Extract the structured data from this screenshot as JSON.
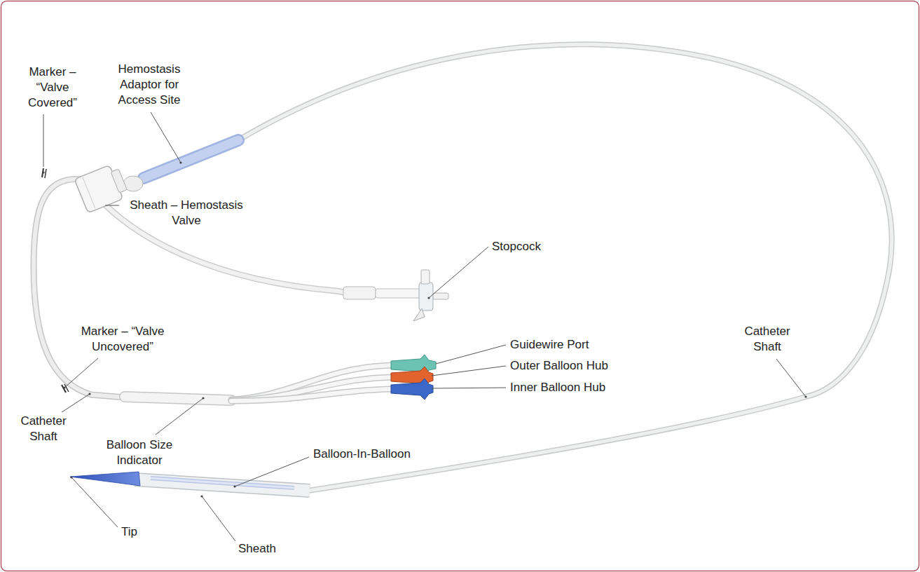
{
  "diagram": {
    "labels": [
      "Hemostasis Adaptor for Access Site",
      "Marker – “Valve Covered”",
      "Sheath – Hemostasis Valve",
      "Stopcock",
      "Marker – “Valve Uncovered”",
      "Guidewire Port",
      "Outer Balloon Hub",
      "Catheter Shaft",
      "Inner Balloon Hub",
      "Catheter Shaft",
      "Balloon Size Indicator",
      "Balloon-In-Balloon",
      "Tip",
      "Sheath"
    ]
  }
}
